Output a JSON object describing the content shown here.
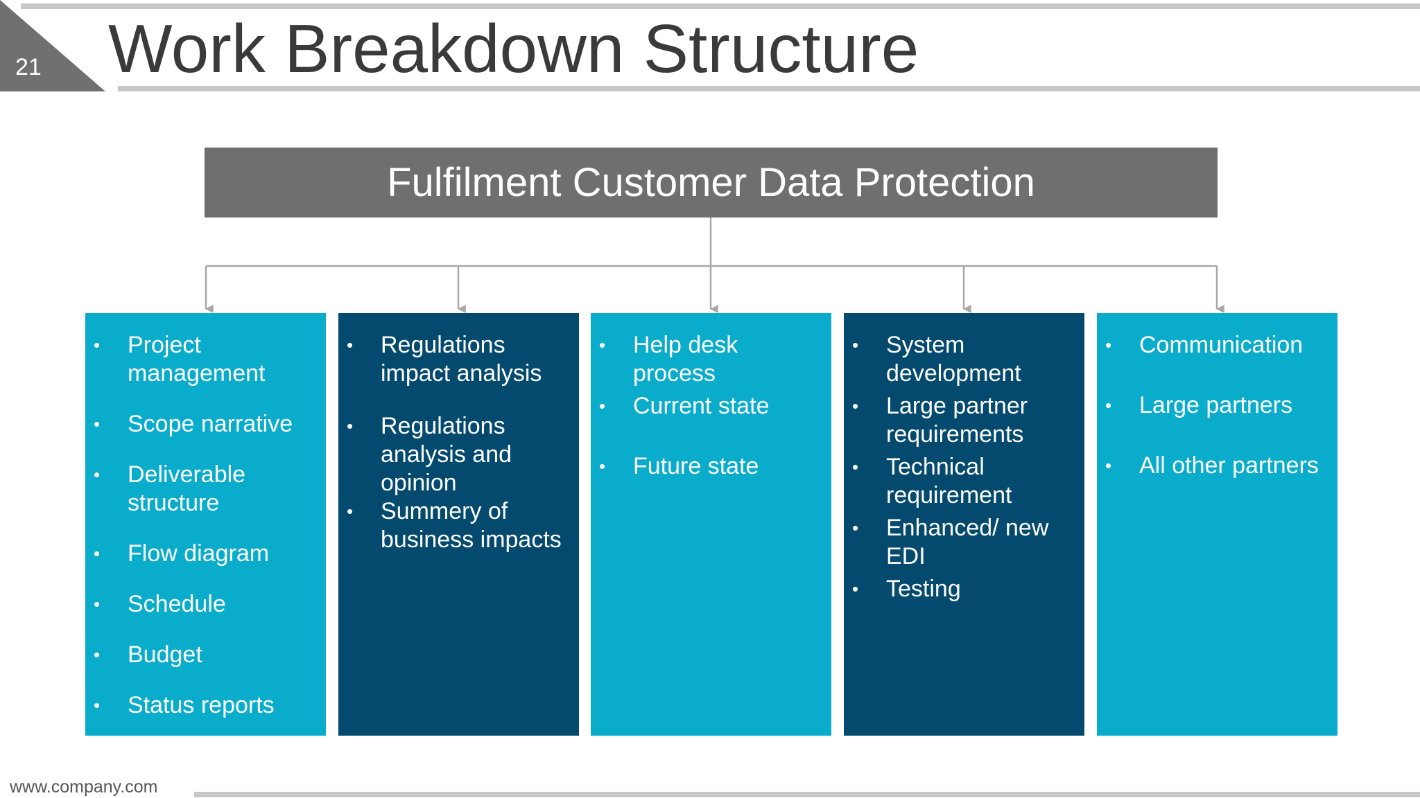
{
  "slide_number": "21",
  "title": "Work Breakdown Structure",
  "root": {
    "label": "Fulfilment Customer Data Protection",
    "color": "#6f6f6f"
  },
  "colors": {
    "light_teal": "#0aaccc",
    "dark_navy": "#034a6e",
    "connector": "#a8a8a8",
    "rule": "#c8c8c8"
  },
  "columns": [
    {
      "color": "#0aaccc",
      "items": [
        "Project management",
        "Scope narrative",
        "Deliverable structure",
        "Flow diagram",
        "Schedule",
        "Budget",
        "Status reports"
      ]
    },
    {
      "color": "#034a6e",
      "items": [
        "Regulations impact analysis",
        "Regulations analysis and opinion",
        "Summery of business impacts"
      ]
    },
    {
      "color": "#0aaccc",
      "items": [
        "Help desk process",
        "Current state",
        "Future state"
      ]
    },
    {
      "color": "#034a6e",
      "items": [
        "System development",
        "Large partner requirements",
        "Technical requirement",
        "Enhanced/ new EDI",
        "Testing"
      ]
    },
    {
      "color": "#0aaccc",
      "items": [
        "Communication",
        "Large partners",
        "All other partners"
      ]
    }
  ],
  "footer": {
    "url": "www.company.com"
  }
}
